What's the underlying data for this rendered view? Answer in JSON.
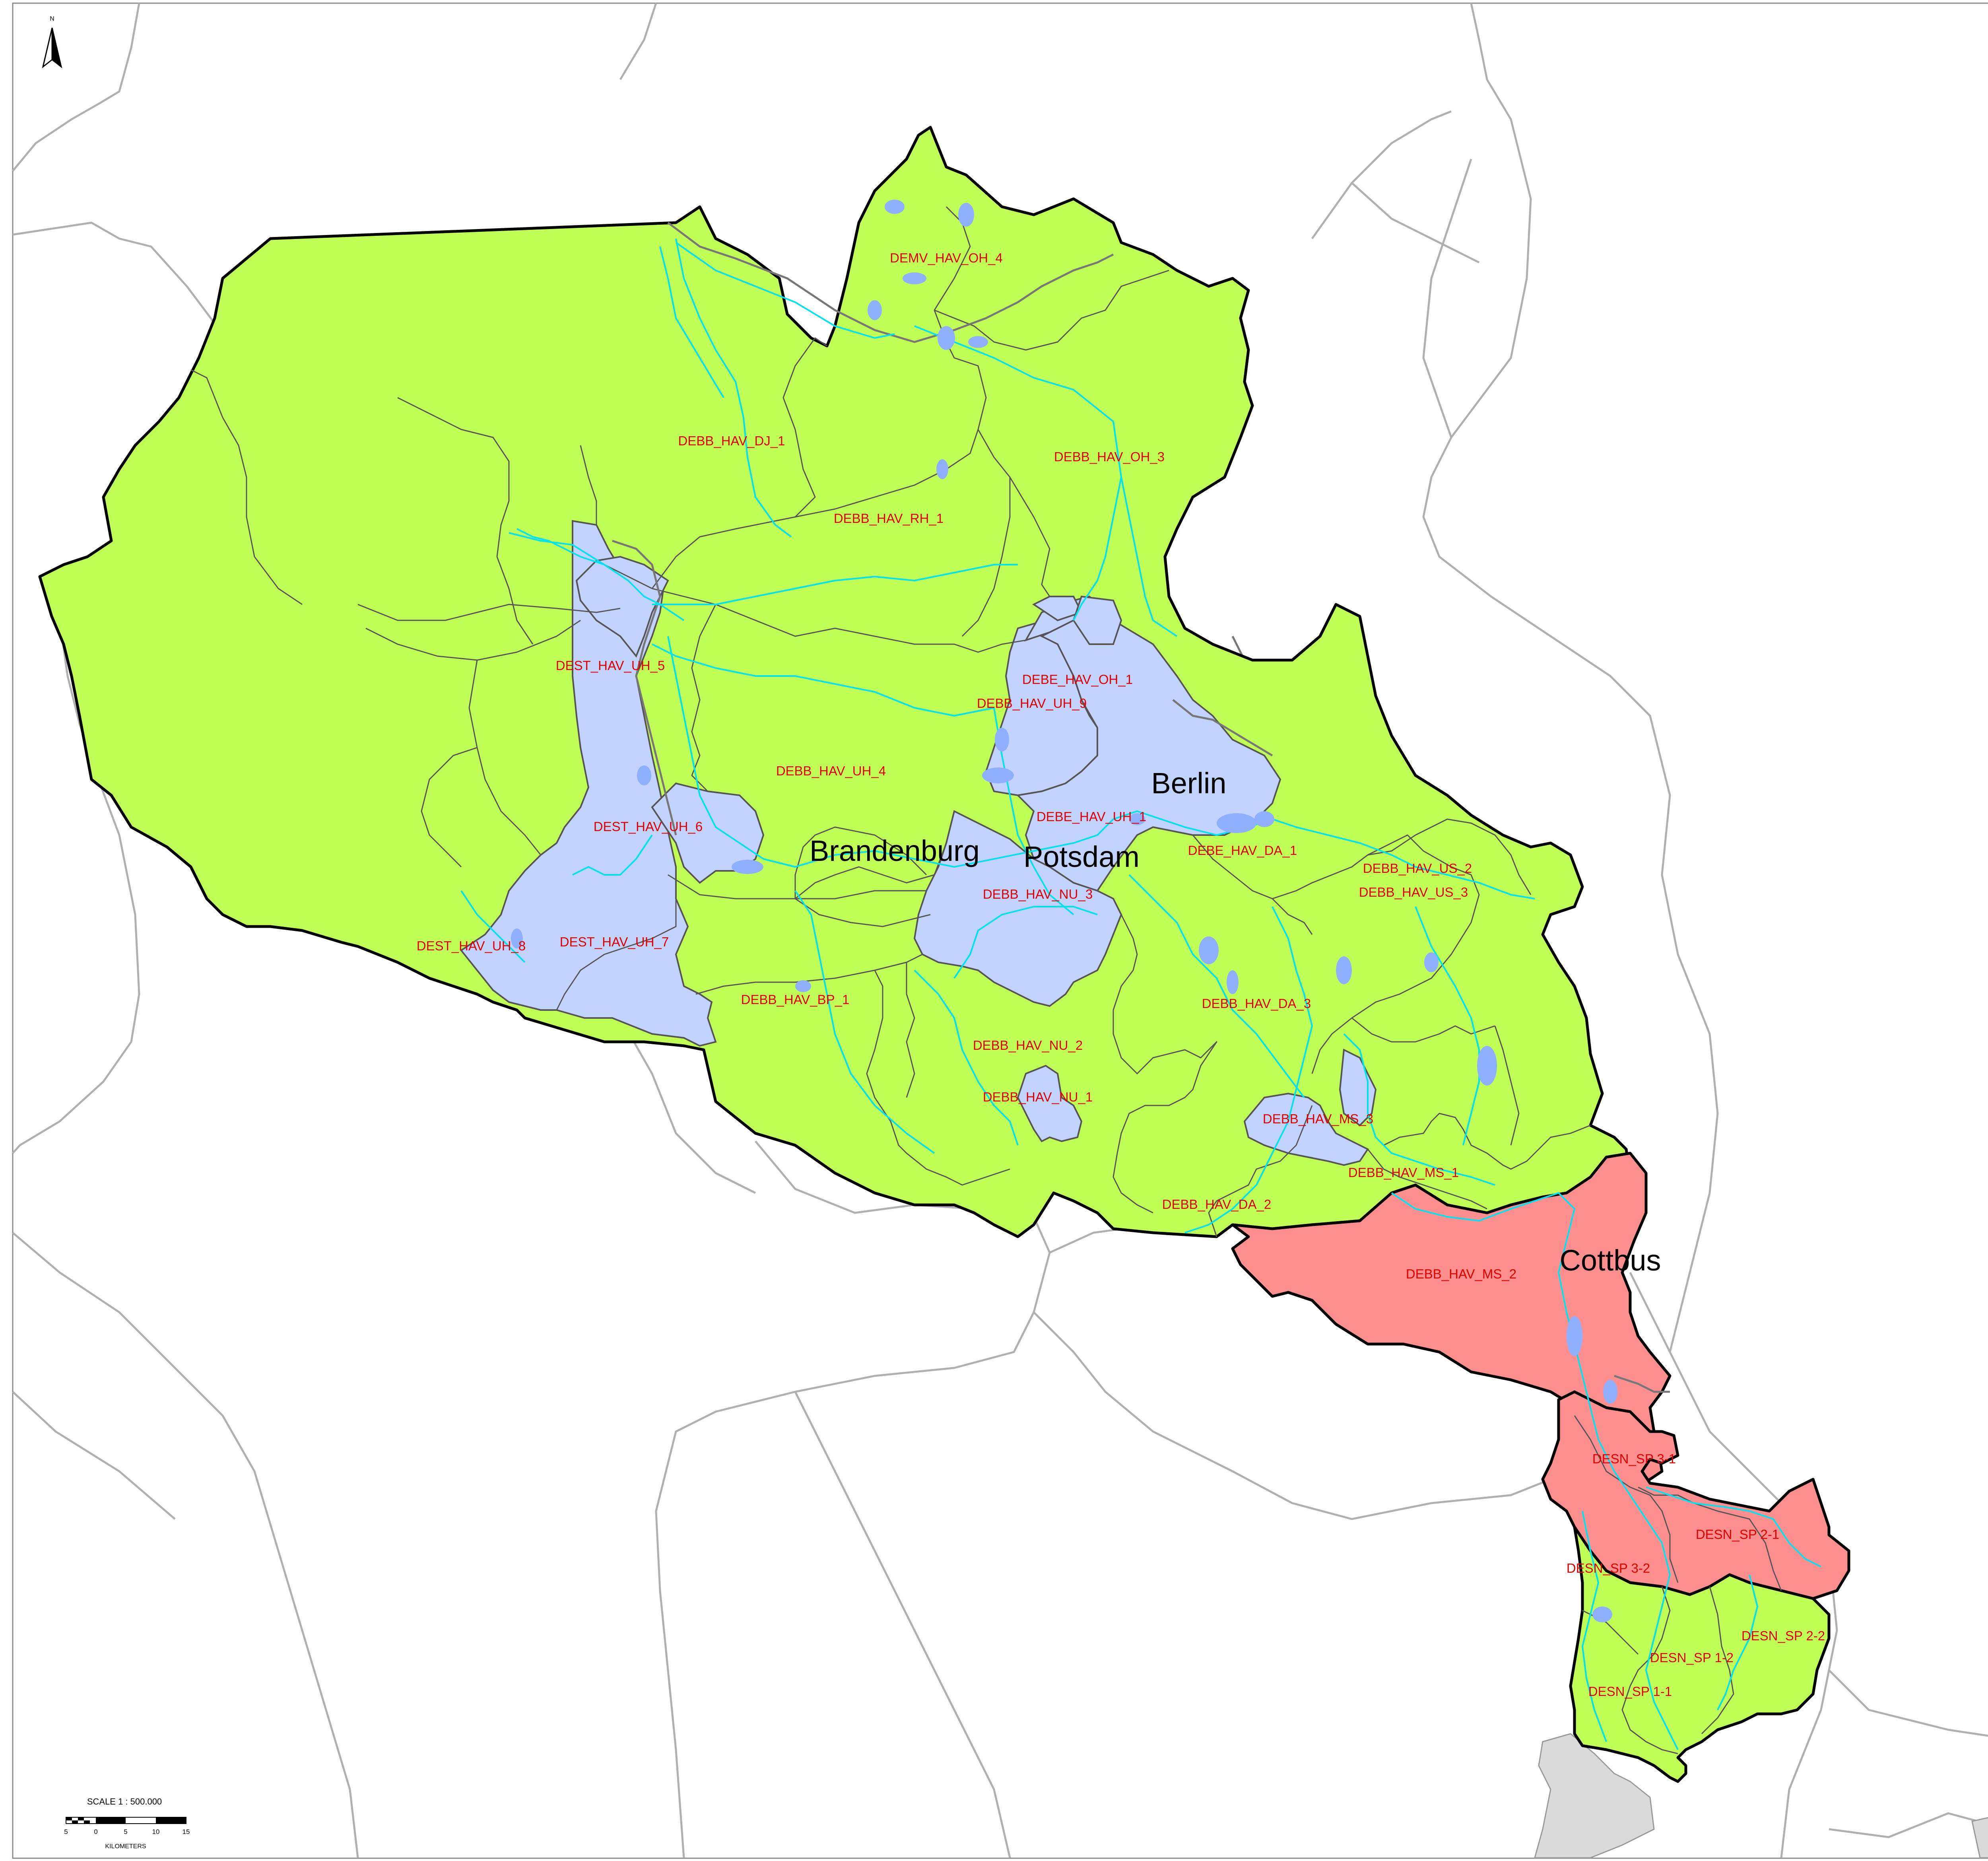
{
  "north_arrow": {
    "letter": "N"
  },
  "scale": {
    "title": "SCALE 1 : 500.000",
    "ticks": [
      "5",
      "0",
      "5",
      "10",
      "15"
    ],
    "unit": "KILOMETERS"
  },
  "cities": {
    "berlin": "Berlin",
    "potsdam": "Potsdam",
    "brandenburg": "Brandenburg",
    "cottbus": "Cottbus"
  },
  "water_bodies": {
    "demv_hav_oh_4": "DEMV_HAV_OH_4",
    "debb_hav_dj_1": "DEBB_HAV_DJ_1",
    "debb_hav_oh_3": "DEBB_HAV_OH_3",
    "debb_hav_rh_1": "DEBB_HAV_RH_1",
    "dest_hav_uh_5": "DEST_HAV_UH_5",
    "debe_hav_oh_1": "DEBE_HAV_OH_1",
    "debb_hav_uh_9": "DEBB_HAV_UH_9",
    "debb_hav_uh_4": "DEBB_HAV_UH_4",
    "dest_hav_uh_6": "DEST_HAV_UH_6",
    "debe_hav_uh_1": "DEBE_HAV_UH_1",
    "debe_hav_da_1": "DEBE_HAV_DA_1",
    "debb_hav_us_2": "DEBB_HAV_US_2",
    "debb_hav_us_3": "DEBB_HAV_US_3",
    "debb_hav_nu_3": "DEBB_HAV_NU_3",
    "dest_hav_uh_8": "DEST_HAV_UH_8",
    "dest_hav_uh_7": "DEST_HAV_UH_7",
    "debb_hav_bp_1": "DEBB_HAV_BP_1",
    "debb_hav_da_3": "DEBB_HAV_DA_3",
    "debb_hav_nu_2": "DEBB_HAV_NU_2",
    "debb_hav_nu_1": "DEBB_HAV_NU_1",
    "debb_hav_ms_3": "DEBB_HAV_MS_3",
    "debb_hav_ms_1": "DEBB_HAV_MS_1",
    "debb_hav_da_2": "DEBB_HAV_DA_2",
    "debb_hav_ms_2": "DEBB_HAV_MS_2",
    "desn_sp_3_1": "DESN_SP 3-1",
    "desn_sp_2_1": "DESN_SP 2-1",
    "desn_sp_3_2": "DESN_SP 3-2",
    "desn_sp_2_2": "DESN_SP 2-2",
    "desn_sp_1_2": "DESN_SP 1-2",
    "desn_sp_1_1": "DESN_SP 1-1"
  },
  "colors": {
    "good_status": "#c0ff55",
    "moderate_status": "#c2d3ff",
    "poor_status": "#ff8f8f",
    "rivers": "#00e2ef",
    "labels": "#e00000"
  }
}
